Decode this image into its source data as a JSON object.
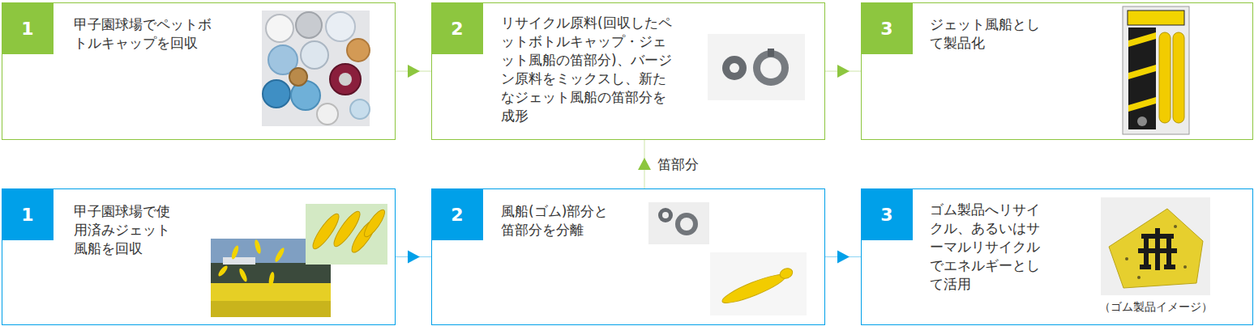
{
  "diagram": {
    "nodes": [
      {
        "text": [
          "甲子園球場でペットボトルキャップを回収"
        ]
      },
      {
        "text": [
          "1"
        ],
        "in": 0
      },
      {
        "text": [
          "リサイクル原料(回収したペットボトルキャップ・ジェット風船の笛部分)、バージン原料をミックスし、新たなジェット風船の笛部分を成形"
        ]
      },
      {
        "text": [
          "2"
        ],
        "in": 2
      },
      {
        "text": [
          "ジェット風船として製品化"
        ]
      },
      {
        "text": [
          "3"
        ],
        "in": 4
      },
      {
        "text": [
          "甲子園球場で使用済みジェット風船を回収"
        ]
      },
      {
        "text": [
          "1"
        ],
        "in": 6
      },
      {
        "text": [
          "風船(ゴム)部分と笛部分を分離"
        ]
      },
      {
        "text": [
          "2"
        ],
        "in": 8
      },
      {
        "text": [
          "ゴム製品へリサイクル、あるいはサーマルリサイクルでエネルギーとして活用"
        ]
      },
      {
        "text": [
          "3"
        ],
        "in": 10
      }
    ],
    "edges": [
      {
        "from": 0,
        "to": 2,
        "arrow": "to"
      },
      {
        "from": 2,
        "to": 4,
        "arrow": "to"
      },
      {
        "from": 6,
        "to": 8,
        "arrow": "to"
      },
      {
        "from": 8,
        "to": 10,
        "arrow": "to"
      },
      {
        "from": 8,
        "to": 2,
        "arrow": "to",
        "label": "笛部分"
      }
    ],
    "labels": [
      "（ゴム製品イメージ）"
    ]
  }
}
